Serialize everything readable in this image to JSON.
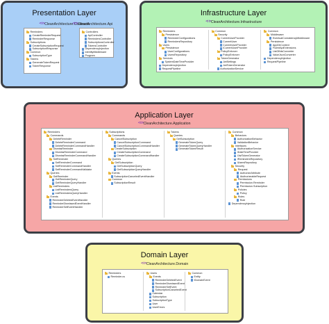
{
  "layers": {
    "presentation": {
      "title": "Presentation Layer",
      "projects": [
        {
          "name": "CleanArchitecture.Contracts",
          "columns": [
            [
              {
                "t": "f",
                "l": 0,
                "n": "Reminders"
              },
              {
                "t": "c",
                "l": 1,
                "n": "CreateReminderRequest"
              },
              {
                "t": "c",
                "l": 1,
                "n": "ReminderResponse"
              },
              {
                "t": "f",
                "l": 0,
                "n": "Subscriptions"
              },
              {
                "t": "c",
                "l": 1,
                "n": "CreateSubscriptionRequest"
              },
              {
                "t": "c",
                "l": 1,
                "n": "SubscriptionResponse"
              },
              {
                "t": "f",
                "l": 0,
                "n": "Common"
              },
              {
                "t": "c",
                "l": 1,
                "n": "SubscriptionType"
              },
              {
                "t": "f",
                "l": 0,
                "n": "Tokens"
              },
              {
                "t": "c",
                "l": 1,
                "n": "GenerateTokenRequest"
              },
              {
                "t": "c",
                "l": 1,
                "n": "TokenResponse"
              }
            ]
          ]
        },
        {
          "name": "CleanArchitecture.Api",
          "columns": [
            [
              {
                "t": "f",
                "l": 0,
                "n": "Controllers"
              },
              {
                "t": "c",
                "l": 1,
                "n": "ApiController"
              },
              {
                "t": "c",
                "l": 1,
                "n": "RemindersController"
              },
              {
                "t": "c",
                "l": 1,
                "n": "SubscriptionsController"
              },
              {
                "t": "c",
                "l": 1,
                "n": "TokensController"
              },
              {
                "t": "c",
                "l": 0,
                "n": "DependencyInjection"
              },
              {
                "t": "c",
                "l": 0,
                "n": "IdentityMiddleware"
              },
              {
                "t": "c",
                "l": 0,
                "n": "Program"
              }
            ]
          ]
        }
      ]
    },
    "infrastructure": {
      "title": "Infrastructure Layer",
      "projects": [
        {
          "name": "CleanArchitecture.Infrastructure",
          "columns": [
            [
              {
                "t": "f",
                "l": 0,
                "n": "Reminders"
              },
              {
                "t": "f",
                "l": 1,
                "n": "Persistence"
              },
              {
                "t": "c",
                "l": 2,
                "n": "ReminderConfigurations"
              },
              {
                "t": "c",
                "l": 2,
                "n": "RemindersRepository"
              },
              {
                "t": "f",
                "l": 0,
                "n": "Users"
              },
              {
                "t": "f",
                "l": 1,
                "n": "Persistence"
              },
              {
                "t": "c",
                "l": 2,
                "n": "UserConfigurations"
              },
              {
                "t": "c",
                "l": 2,
                "n": "UsersRepository"
              },
              {
                "t": "f",
                "l": 0,
                "n": "Services"
              },
              {
                "t": "c",
                "l": 1,
                "n": "SystemDateTimeProvider"
              },
              {
                "t": "c",
                "l": 0,
                "n": "DependencyInjection"
              },
              {
                "t": "c",
                "l": 0,
                "n": "RequestPipeline"
              }
            ],
            [
              {
                "t": "f",
                "l": 0,
                "n": "Common"
              },
              {
                "t": "f",
                "l": 1,
                "n": "Security"
              },
              {
                "t": "f",
                "l": 2,
                "n": "CurrentUserProvider"
              },
              {
                "t": "c",
                "l": 3,
                "n": "CurrentUser"
              },
              {
                "t": "c",
                "l": 3,
                "n": "CurrentUserProvider"
              },
              {
                "t": "c",
                "l": 3,
                "n": "ICurrentUserProvider"
              },
              {
                "t": "f",
                "l": 2,
                "n": "PolicyEnforcer"
              },
              {
                "t": "c",
                "l": 3,
                "n": "PolicyEnforcer"
              },
              {
                "t": "f",
                "l": 2,
                "n": "TokenGenerator"
              },
              {
                "t": "c",
                "l": 3,
                "n": "JwtSettings"
              },
              {
                "t": "c",
                "l": 3,
                "n": "JwtTokenGenerator"
              },
              {
                "t": "c",
                "l": 2,
                "n": "AuthorizationService"
              }
            ],
            [
              {
                "t": "f",
                "l": 0,
                "n": "Common"
              },
              {
                "t": "f",
                "l": 1,
                "n": "Middleware"
              },
              {
                "t": "c",
                "l": 2,
                "n": "EventualConsistencyMiddleware"
              },
              {
                "t": "f",
                "l": 1,
                "n": "Persistence"
              },
              {
                "t": "c",
                "l": 2,
                "n": "AppDbContext"
              },
              {
                "t": "c",
                "l": 2,
                "n": "FluentApiExtensions"
              },
              {
                "t": "c",
                "l": 2,
                "n": "ListOfIdsConverter"
              },
              {
                "t": "c",
                "l": 2,
                "n": "ValueJsonConverter"
              },
              {
                "t": "c",
                "l": 0,
                "n": "DependencyInjection"
              },
              {
                "t": "c",
                "l": 0,
                "n": "RequestPipeline"
              }
            ]
          ]
        }
      ]
    },
    "application": {
      "title": "Application Layer",
      "projects": [
        {
          "name": "CleanArchitecture.Application",
          "columns": [
            [
              {
                "t": "f",
                "l": 0,
                "n": "Reminders"
              },
              {
                "t": "f",
                "l": 1,
                "n": "Commands"
              },
              {
                "t": "f",
                "l": 2,
                "n": "DeleteReminder"
              },
              {
                "t": "c",
                "l": 3,
                "n": "DeleteReminderCommand"
              },
              {
                "t": "c",
                "l": 3,
                "n": "DeleteReminderCommandHandler"
              },
              {
                "t": "f",
                "l": 2,
                "n": "DismissReminder"
              },
              {
                "t": "c",
                "l": 3,
                "n": "DismissReminderCommand"
              },
              {
                "t": "c",
                "l": 3,
                "n": "DismissReminderCommandHandler"
              },
              {
                "t": "f",
                "l": 2,
                "n": "SetReminder"
              },
              {
                "t": "c",
                "l": 3,
                "n": "SetReminderCommand"
              },
              {
                "t": "c",
                "l": 3,
                "n": "SetReminderCommandHandler"
              },
              {
                "t": "c",
                "l": 3,
                "n": "SetReminderCommandValidator"
              },
              {
                "t": "f",
                "l": 1,
                "n": "Queries"
              },
              {
                "t": "f",
                "l": 2,
                "n": "GetReminder"
              },
              {
                "t": "c",
                "l": 3,
                "n": "GetReminderQuery"
              },
              {
                "t": "c",
                "l": 3,
                "n": "GetReminderQueryHandler"
              },
              {
                "t": "f",
                "l": 2,
                "n": "ListReminders"
              },
              {
                "t": "c",
                "l": 3,
                "n": "ListRemindersQuery"
              },
              {
                "t": "c",
                "l": 3,
                "n": "ListRemindersQueryHandler"
              },
              {
                "t": "f",
                "l": 1,
                "n": "Events"
              },
              {
                "t": "c",
                "l": 2,
                "n": "ReminderDeletedEventHandler"
              },
              {
                "t": "c",
                "l": 2,
                "n": "ReminderDismissedEventHandler"
              },
              {
                "t": "c",
                "l": 2,
                "n": "ReminderSetEventHandler"
              }
            ],
            [
              {
                "t": "f",
                "l": 0,
                "n": "Subscriptions"
              },
              {
                "t": "f",
                "l": 1,
                "n": "Commands"
              },
              {
                "t": "f",
                "l": 2,
                "n": "CancelSubscription"
              },
              {
                "t": "c",
                "l": 3,
                "n": "CancelSubscriptionCommand"
              },
              {
                "t": "c",
                "l": 3,
                "n": "CancelSubscriptionCommandHandler"
              },
              {
                "t": "f",
                "l": 2,
                "n": "CreateSubscription"
              },
              {
                "t": "c",
                "l": 3,
                "n": "CreateSubscriptionCommand"
              },
              {
                "t": "c",
                "l": 3,
                "n": "CreateSubscriptionCommandHandler"
              },
              {
                "t": "f",
                "l": 1,
                "n": "Queries"
              },
              {
                "t": "f",
                "l": 2,
                "n": "GetSubscription"
              },
              {
                "t": "c",
                "l": 3,
                "n": "GetSubscriptionQuery"
              },
              {
                "t": "c",
                "l": 3,
                "n": "GetSubscriptionQueryHandler"
              },
              {
                "t": "f",
                "l": 1,
                "n": "Events"
              },
              {
                "t": "c",
                "l": 2,
                "n": "SubscriptionCanceledEventHandler"
              },
              {
                "t": "f",
                "l": 1,
                "n": "Common"
              },
              {
                "t": "c",
                "l": 2,
                "n": "SubscriptionResult"
              }
            ],
            [
              {
                "t": "f",
                "l": 0,
                "n": "Tokens"
              },
              {
                "t": "f",
                "l": 1,
                "n": "Queries"
              },
              {
                "t": "f",
                "l": 2,
                "n": "GetSubscription"
              },
              {
                "t": "c",
                "l": 3,
                "n": "GenerateTokenQuery"
              },
              {
                "t": "c",
                "l": 3,
                "n": "GenerateTokenQueryHandler"
              },
              {
                "t": "c",
                "l": 3,
                "n": "GenerateTokenResult"
              }
            ],
            [
              {
                "t": "f",
                "l": 0,
                "n": "Common"
              },
              {
                "t": "f",
                "l": 1,
                "n": "Behaviors"
              },
              {
                "t": "c",
                "l": 2,
                "n": "AuthorizationBehavior"
              },
              {
                "t": "c",
                "l": 2,
                "n": "ValidationBehavior"
              },
              {
                "t": "f",
                "l": 1,
                "n": "Interfaces"
              },
              {
                "t": "c",
                "l": 2,
                "n": "IAuthorizationService"
              },
              {
                "t": "c",
                "l": 2,
                "n": "IDateTimeProvider"
              },
              {
                "t": "c",
                "l": 2,
                "n": "IJwtTokenGenerator"
              },
              {
                "t": "c",
                "l": 2,
                "n": "IRemindersRepository"
              },
              {
                "t": "c",
                "l": 2,
                "n": "IUsersRepository"
              },
              {
                "t": "f",
                "l": 1,
                "n": "Security"
              },
              {
                "t": "f",
                "l": 2,
                "n": "Request"
              },
              {
                "t": "c",
                "l": 3,
                "n": "AuthorizeAttribute"
              },
              {
                "t": "c",
                "l": 3,
                "n": "IAuthorizeableRequest"
              },
              {
                "t": "f",
                "l": 2,
                "n": "Permissions"
              },
              {
                "t": "c",
                "l": 3,
                "n": "Permission.Reminder"
              },
              {
                "t": "c",
                "l": 3,
                "n": "Permission.Subscription"
              },
              {
                "t": "f",
                "l": 2,
                "n": "Policies"
              },
              {
                "t": "c",
                "l": 3,
                "n": "Policy"
              },
              {
                "t": "f",
                "l": 2,
                "n": "Roles"
              },
              {
                "t": "c",
                "l": 3,
                "n": "Role"
              },
              {
                "t": "c",
                "l": 0,
                "n": "DependencyInjection"
              }
            ]
          ]
        }
      ]
    },
    "domain": {
      "title": "Domain Layer",
      "projects": [
        {
          "name": "CleanArchitecture.Domain",
          "columns": [
            [
              {
                "t": "f",
                "l": 0,
                "n": "Reminders"
              },
              {
                "t": "c",
                "l": 1,
                "n": "Reminder.cs"
              }
            ],
            [
              {
                "t": "f",
                "l": 0,
                "n": "Users"
              },
              {
                "t": "f",
                "l": 1,
                "n": "Events"
              },
              {
                "t": "c",
                "l": 2,
                "n": "ReminderDeletedEvent"
              },
              {
                "t": "c",
                "l": 2,
                "n": "ReminderDismissedEvent"
              },
              {
                "t": "c",
                "l": 2,
                "n": "ReminderSetEvent"
              },
              {
                "t": "c",
                "l": 2,
                "n": "SubscriptionCanceledEvent"
              },
              {
                "t": "c",
                "l": 1,
                "n": "Calendar"
              },
              {
                "t": "c",
                "l": 1,
                "n": "Subscription"
              },
              {
                "t": "c",
                "l": 1,
                "n": "SubscriptionType"
              },
              {
                "t": "c",
                "l": 1,
                "n": "User"
              },
              {
                "t": "c",
                "l": 1,
                "n": "UserErrors"
              }
            ],
            [
              {
                "t": "f",
                "l": 0,
                "n": "Common"
              },
              {
                "t": "c",
                "l": 1,
                "n": "Entity"
              },
              {
                "t": "c",
                "l": 1,
                "n": "IDomainEvent"
              }
            ]
          ]
        }
      ]
    }
  },
  "colors": {
    "presentation": "#a9cff7",
    "infrastructure": "#b3f2b5",
    "application": "#f6a6a6",
    "domain": "#faf6a8",
    "folder_icon": "#e8b53a",
    "file_icon": "#5b93d4",
    "project_icon": "#7a2fb0"
  }
}
